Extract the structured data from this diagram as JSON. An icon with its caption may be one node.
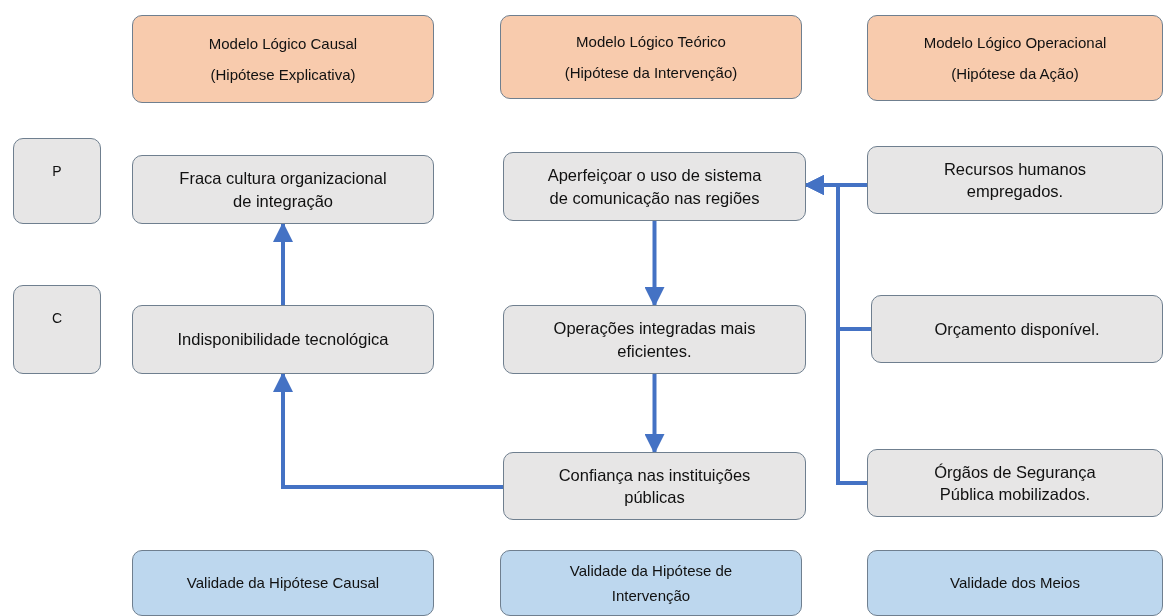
{
  "diagram": {
    "nodes": [
      {
        "text": [
          "Modelo Lógico Causal",
          "(Hipótese Explicativa)"
        ]
      },
      {
        "text": [
          "Modelo Lógico Teórico",
          "(Hipótese da Intervenção)"
        ]
      },
      {
        "text": [
          "Modelo Lógico Operacional",
          "(Hipótese da Ação)"
        ]
      },
      {
        "text": [
          "P"
        ]
      },
      {
        "text": [
          "Fraca cultura organizacional de integração"
        ]
      },
      {
        "text": [
          "Aperfeiçoar o uso de sistema de comunicação nas regiões"
        ]
      },
      {
        "text": [
          "Recursos humanos empregados."
        ]
      },
      {
        "text": [
          "C"
        ]
      },
      {
        "text": [
          "Indisponibilidade tecnológica"
        ]
      },
      {
        "text": [
          "Operações integradas mais eficientes."
        ]
      },
      {
        "text": [
          "Orçamento disponível."
        ]
      },
      {
        "text": [
          "Confiança nas instituições públicas"
        ]
      },
      {
        "text": [
          "Órgãos de Segurança Pública mobilizados."
        ]
      },
      {
        "text": [
          "Validade da Hipótese Causal"
        ]
      },
      {
        "text": [
          "Validade da Hipótese de Intervenção"
        ]
      },
      {
        "text": [
          "Validade dos Meios"
        ]
      }
    ],
    "edges": [
      {
        "from": 8,
        "to": 4,
        "arrow": "to"
      },
      {
        "from": 5,
        "to": 9,
        "arrow": "to"
      },
      {
        "from": 9,
        "to": 11,
        "arrow": "to"
      },
      {
        "from": 11,
        "to": 8,
        "arrow": "to"
      },
      {
        "from": 6,
        "to": 5,
        "arrow": "to"
      },
      {
        "from": 10,
        "to": 5,
        "arrow": "to"
      },
      {
        "from": 12,
        "to": 5,
        "arrow": "to"
      }
    ]
  }
}
